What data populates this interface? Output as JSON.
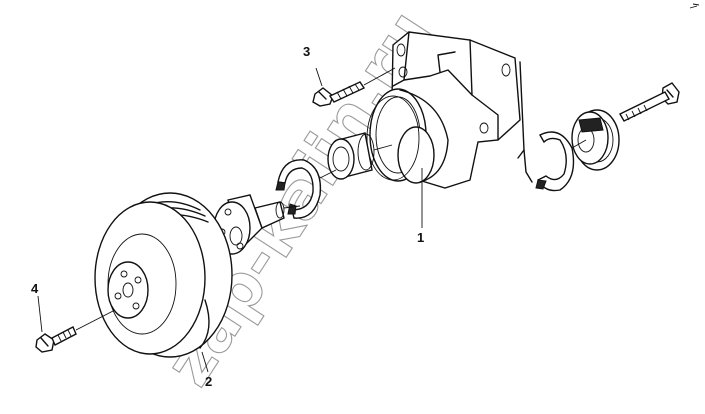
{
  "callouts": {
    "c1": "1",
    "c2": "2",
    "c3": "3",
    "c4": "4"
  },
  "watermark": "zap-kaiin.ru",
  "colors": {
    "line": "#111111",
    "watermark": "#9a9a9a",
    "background": "#ffffff"
  }
}
